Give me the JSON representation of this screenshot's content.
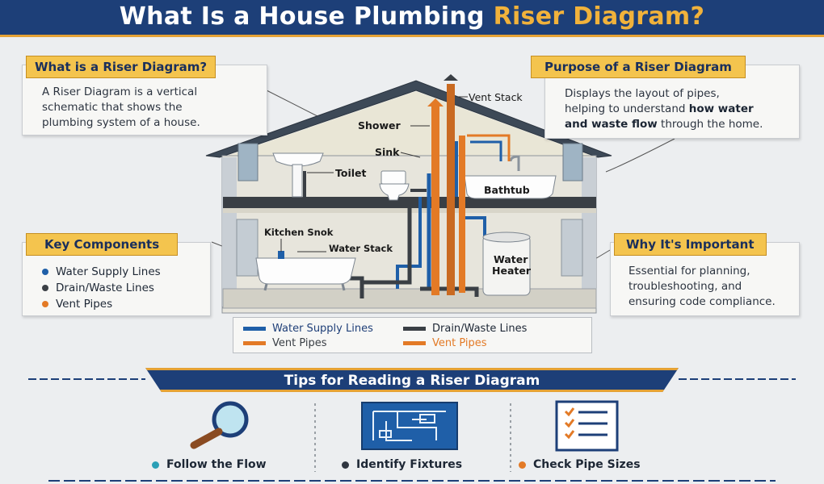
{
  "header": {
    "title_main": "What Is a House Plumbing ",
    "title_accent": "Riser Diagram?"
  },
  "what_is": {
    "title": "What is a Riser Diagram?",
    "lines": [
      "A Riser Diagram is a vertical",
      "schematic that shows the",
      "plumbing system of a house."
    ]
  },
  "purpose": {
    "title": "Purpose of a Riser Diagram",
    "line1": "Displays the layout of pipes,",
    "line2_a": "helping to understand ",
    "line2_b": "how water",
    "line3_a": "and waste flow",
    "line3_b": " through the home."
  },
  "key_components": {
    "title": "Key Components",
    "items": [
      {
        "label": "Water Supply Lines",
        "color": "#1f5fa8"
      },
      {
        "label": "Drain/Waste Lines",
        "color": "#3a3f45"
      },
      {
        "label": "Vent Pipes",
        "color": "#e37a26"
      }
    ]
  },
  "why_important": {
    "title": "Why It's Important",
    "lines": [
      "Essential for planning,",
      "troubleshooting, and",
      "ensuring code compliance."
    ]
  },
  "diagram_labels": {
    "vent_stack": "Vent Stack",
    "shower": "Shower",
    "sink": "Sink",
    "toilet": "Toilet",
    "bathtub": "Bathtub",
    "kitchen_sink": "Kitchen Snok",
    "water_stack": "Water Stack",
    "water_heater_1": "Water",
    "water_heater_2": "Heater"
  },
  "legend": [
    {
      "label": "Water Supply Lines",
      "color": "#1f5fa8",
      "text_color": "#1f3f78"
    },
    {
      "label": "Drain/Waste Lines",
      "color": "#3a3f45",
      "text_color": "#1d2735"
    },
    {
      "label": "Vent Pipes",
      "color": "#e37a26",
      "text_color": "#3a3f45"
    },
    {
      "label": "Vent Pipes",
      "color": "#e37a26",
      "text_color": "#e37a26"
    }
  ],
  "tips": {
    "title": "Tips for Reading a Riser Diagram",
    "items": [
      {
        "label": "Follow the Flow",
        "icon": "magnifier-icon",
        "color": "#2a9fb6"
      },
      {
        "label": "Identify Fixtures",
        "icon": "blueprint-icon",
        "color": "#2f3640"
      },
      {
        "label": "Check Pipe Sizes",
        "icon": "checklist-icon",
        "color": "#e37a26"
      }
    ]
  },
  "colors": {
    "navy": "#1d3f78",
    "gold": "#f4c44e",
    "water": "#1f5fa8",
    "drain": "#3a3f45",
    "vent": "#e37a26"
  }
}
